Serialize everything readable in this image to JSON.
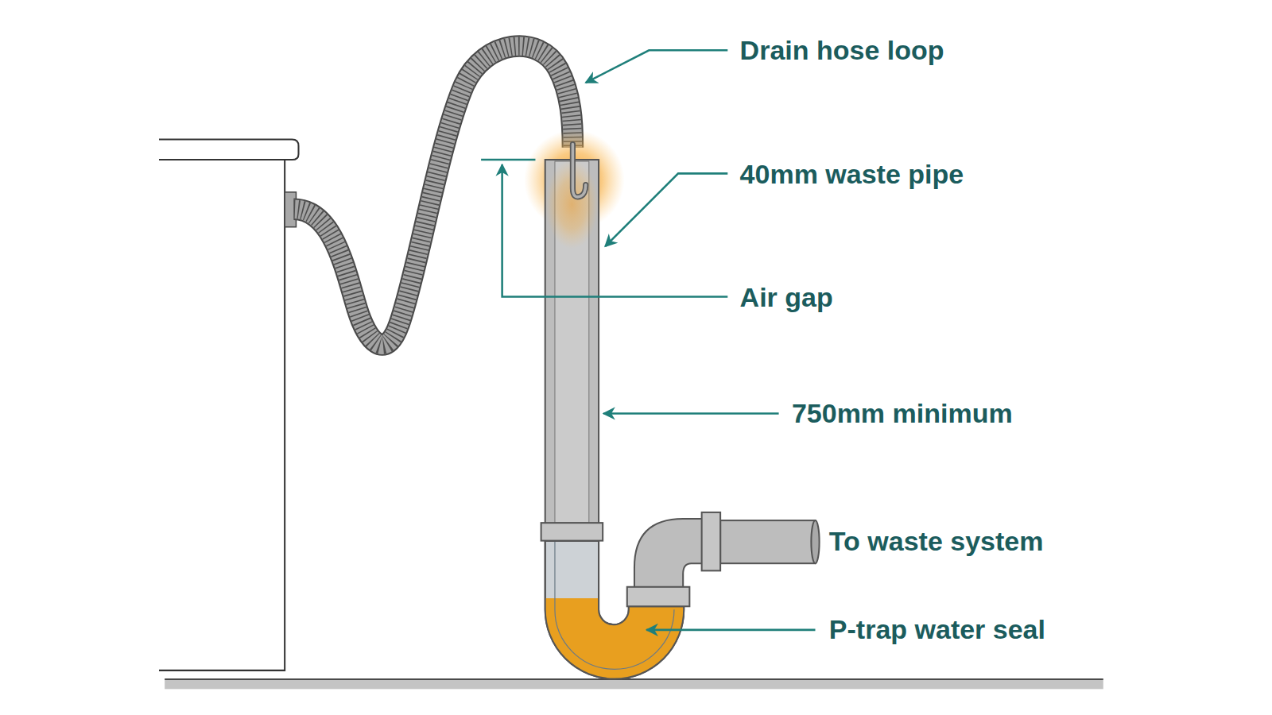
{
  "diagram": {
    "labels": [
      "Drain hose loop",
      "40mm waste pipe",
      "Air gap",
      "750mm minimum",
      "To waste system",
      "P-trap water seal"
    ]
  }
}
